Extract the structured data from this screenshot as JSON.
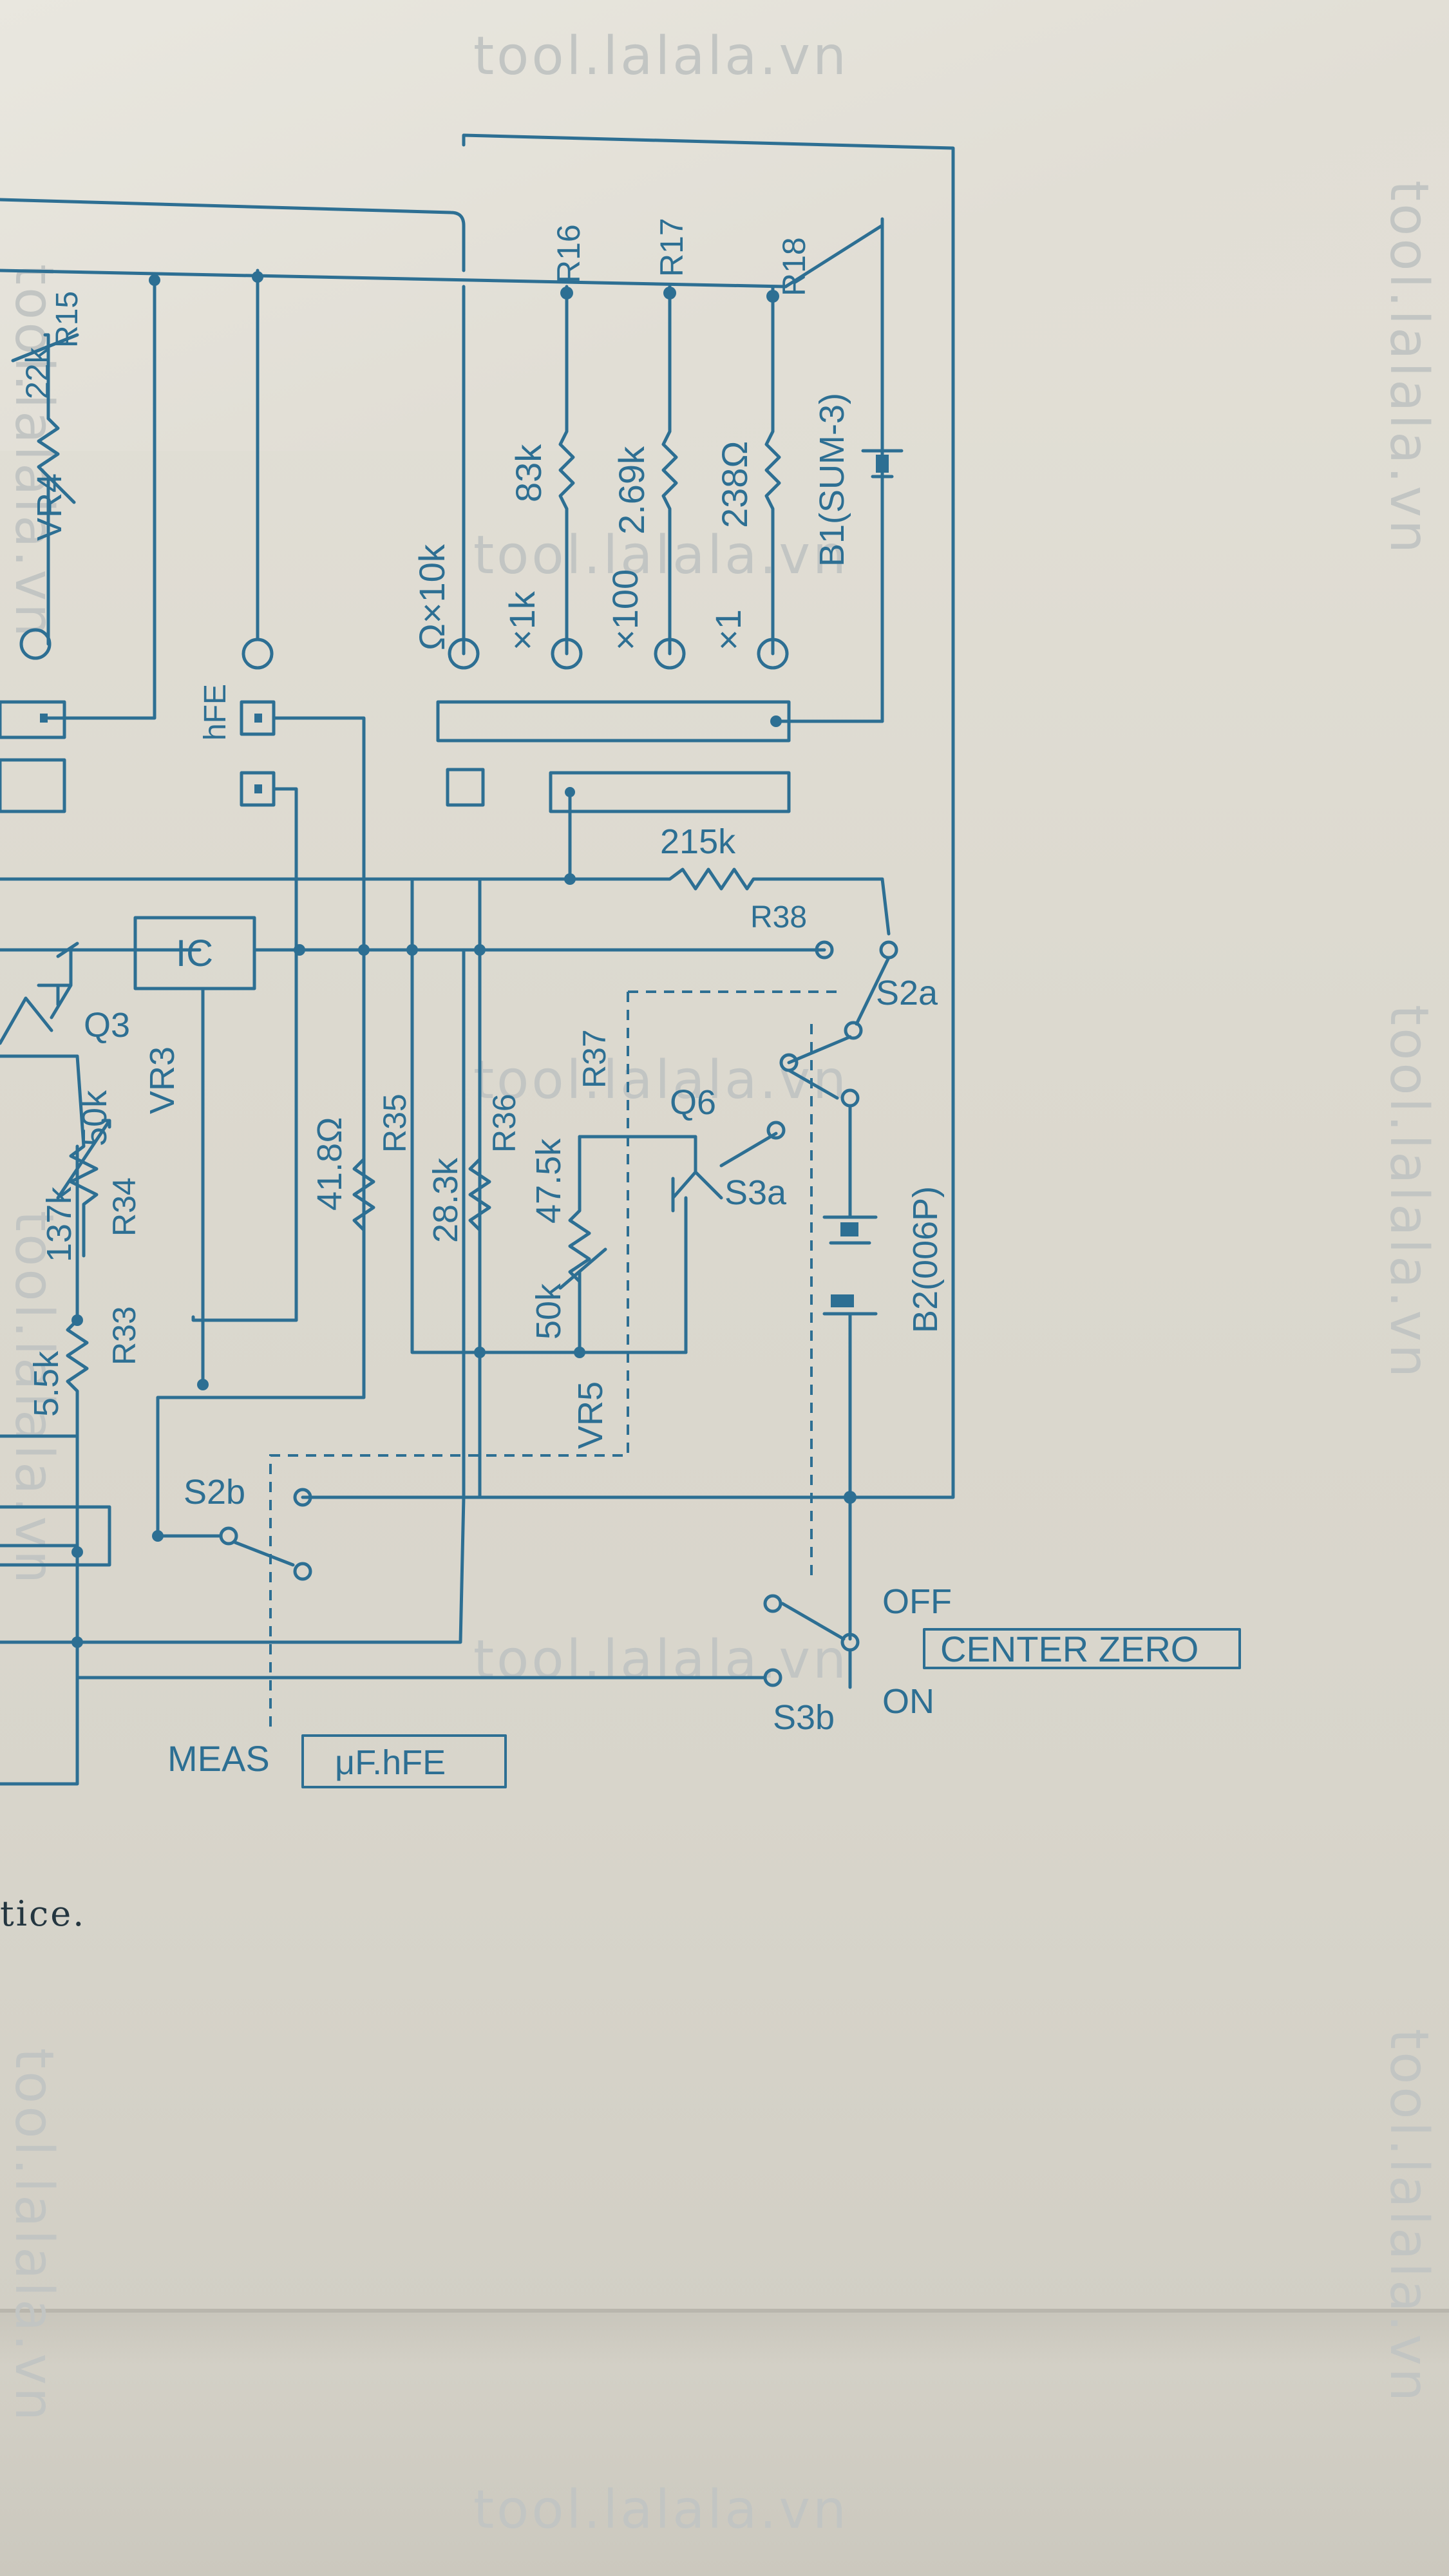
{
  "watermark": "tool.lalala.vn",
  "ohm_range_label": "Ω×10k",
  "ranges": [
    {
      "mult": "×1k",
      "value": "83k",
      "resistor": "R16"
    },
    {
      "mult": "×100",
      "value": "2.69k",
      "resistor": "R17"
    },
    {
      "mult": "×1",
      "value": "238Ω",
      "resistor": "R18"
    }
  ],
  "battery1": "B1(SUM-3)",
  "battery2": "B2(006P)",
  "r38": {
    "value": "215k",
    "name": "R38"
  },
  "ic": "IC",
  "hfe": "hFE",
  "q3": "Q3",
  "q6": "Q6",
  "vr3": {
    "value": "50k",
    "name": "VR3"
  },
  "vr4": {
    "value": "22k",
    "name": "VR4"
  },
  "r15": "R15",
  "r34": {
    "value": "137k",
    "name": "R34"
  },
  "r33": {
    "value": "5.5k",
    "name": "R33"
  },
  "r35": {
    "value": "41.8Ω",
    "name": "R35"
  },
  "r36": {
    "value": "28.3k",
    "name": "R36"
  },
  "r37": {
    "value": "47.5k",
    "name": "R37"
  },
  "vr5": {
    "value": "50k",
    "name": "VR5"
  },
  "switches": {
    "s2a": "S2a",
    "s2b": "S2b",
    "s3a": "S3a",
    "s3b": "S3b"
  },
  "off": "OFF",
  "on": "ON",
  "center_zero": "CENTER ZERO",
  "meas": "MEAS",
  "uf_hfe": "μF.hFE",
  "notice_fragment": "tice.",
  "colors": {
    "ink": "#2d6f93",
    "paper": "#e1ded5"
  }
}
